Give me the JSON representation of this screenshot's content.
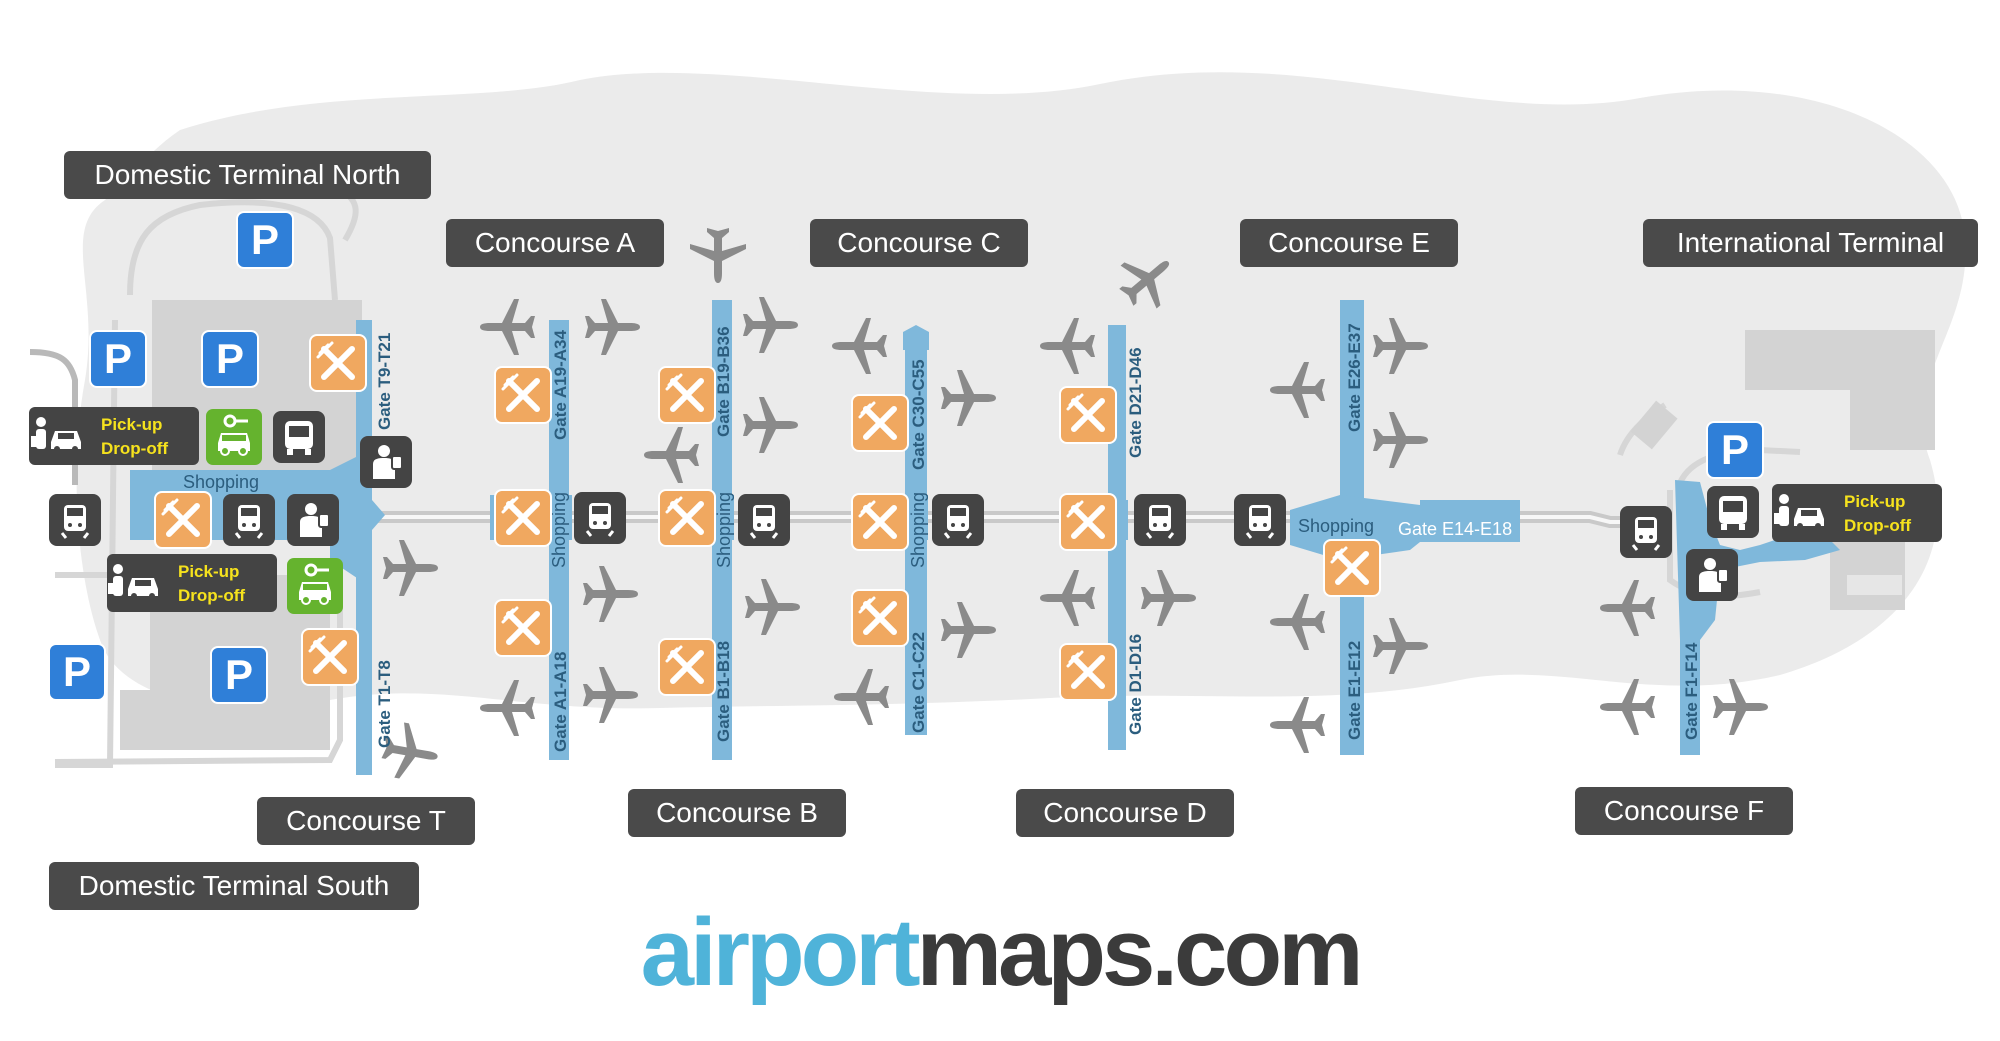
{
  "labels": {
    "domestic_north": "Domestic Terminal North",
    "domestic_south": "Domestic Terminal South",
    "concourse_a": "Concourse A",
    "concourse_b": "Concourse B",
    "concourse_c": "Concourse C",
    "concourse_d": "Concourse D",
    "concourse_e": "Concourse E",
    "concourse_f": "Concourse F",
    "concourse_t": "Concourse T",
    "international": "International Terminal"
  },
  "gates": {
    "t_north": "Gate T9-T21",
    "t_south": "Gate T1-T8",
    "a_north": "Gate A19-A34",
    "a_south": "Gate A1-A18",
    "b_north": "Gate B19-B36",
    "b_south": "Gate B1-B18",
    "c_north": "Gate C30-C55",
    "c_south": "Gate C1-C22",
    "d_north": "Gate D21-D46",
    "d_south": "Gate D1-D16",
    "e_north": "Gate E26-E37",
    "e_mid": "Gate E14-E18",
    "e_south": "Gate E1-E12",
    "f": "Gate F1-F14"
  },
  "shopping": "Shopping",
  "pickup": {
    "line1": "Pick-up",
    "line2": "Drop-off"
  },
  "parking_symbol": "P",
  "logo": {
    "part1": "airport",
    "part2": "maps.com"
  },
  "colors": {
    "background_blob": "#ebebeb",
    "building": "#d3d3d3",
    "concourse": "#7fb8db",
    "concourse_dark": "#5aa3cf",
    "label_bg": "#4a4a4a",
    "food": "#f0a860",
    "parking": "#2f7fd8",
    "car_rental": "#65b32e",
    "transport": "#444444",
    "pickup_text": "#f6e21d",
    "plane": "#8a8a8a",
    "logo_light": "#4fb3d9",
    "logo_dark": "#3b3b3b"
  },
  "icons": [
    "parking-icon",
    "food-icon",
    "train-icon",
    "bus-icon",
    "car-rental-icon",
    "taxi-icon",
    "security-icon",
    "airplane-icon"
  ]
}
